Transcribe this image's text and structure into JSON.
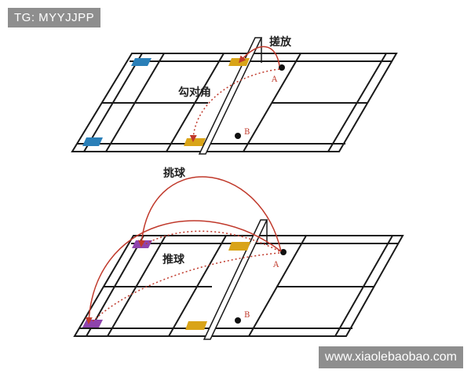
{
  "watermarks": {
    "top_left": "TG: MYYJJPP",
    "bottom_right": "www.xiaolebaobao.com"
  },
  "diagram_top": {
    "shot_label_net": "搓放",
    "shot_label_cross": "勾对角",
    "point_a": "A",
    "point_b": "B"
  },
  "diagram_bottom": {
    "shot_label_lift": "挑球",
    "shot_label_push": "推球",
    "point_a": "A",
    "point_b": "B"
  },
  "colors": {
    "court_line": "#1a1a1a",
    "trajectory": "#c0392b",
    "target_blue": "#2a7fb8",
    "target_gold": "#d9a418",
    "target_purple": "#8e44ad"
  }
}
